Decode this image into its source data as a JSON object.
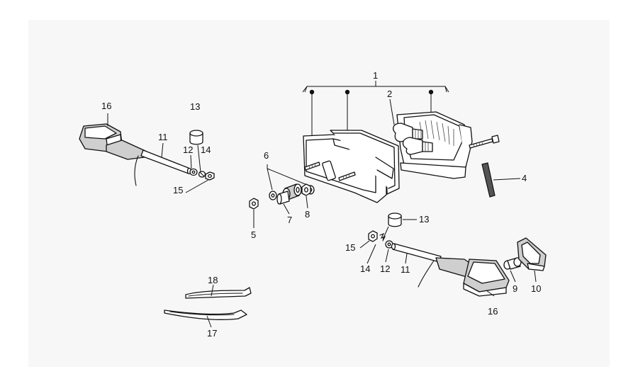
{
  "diagram": {
    "callouts": [
      {
        "id": "c1",
        "label": "1"
      },
      {
        "id": "c2",
        "label": "2"
      },
      {
        "id": "c4",
        "label": "4"
      },
      {
        "id": "c5",
        "label": "5"
      },
      {
        "id": "c6",
        "label": "6"
      },
      {
        "id": "c7",
        "label": "7"
      },
      {
        "id": "c8",
        "label": "8"
      },
      {
        "id": "c9",
        "label": "9"
      },
      {
        "id": "c10",
        "label": "10"
      },
      {
        "id": "c11a",
        "label": "11"
      },
      {
        "id": "c11b",
        "label": "11"
      },
      {
        "id": "c12a",
        "label": "12"
      },
      {
        "id": "c12b",
        "label": "12"
      },
      {
        "id": "c13a",
        "label": "13"
      },
      {
        "id": "c13b",
        "label": "13"
      },
      {
        "id": "c14a",
        "label": "14"
      },
      {
        "id": "c14b",
        "label": "14"
      },
      {
        "id": "c15a",
        "label": "15"
      },
      {
        "id": "c15b",
        "label": "15"
      },
      {
        "id": "c16a",
        "label": "16"
      },
      {
        "id": "c16b",
        "label": "16"
      },
      {
        "id": "c17",
        "label": "17"
      },
      {
        "id": "c18",
        "label": "18"
      }
    ]
  }
}
